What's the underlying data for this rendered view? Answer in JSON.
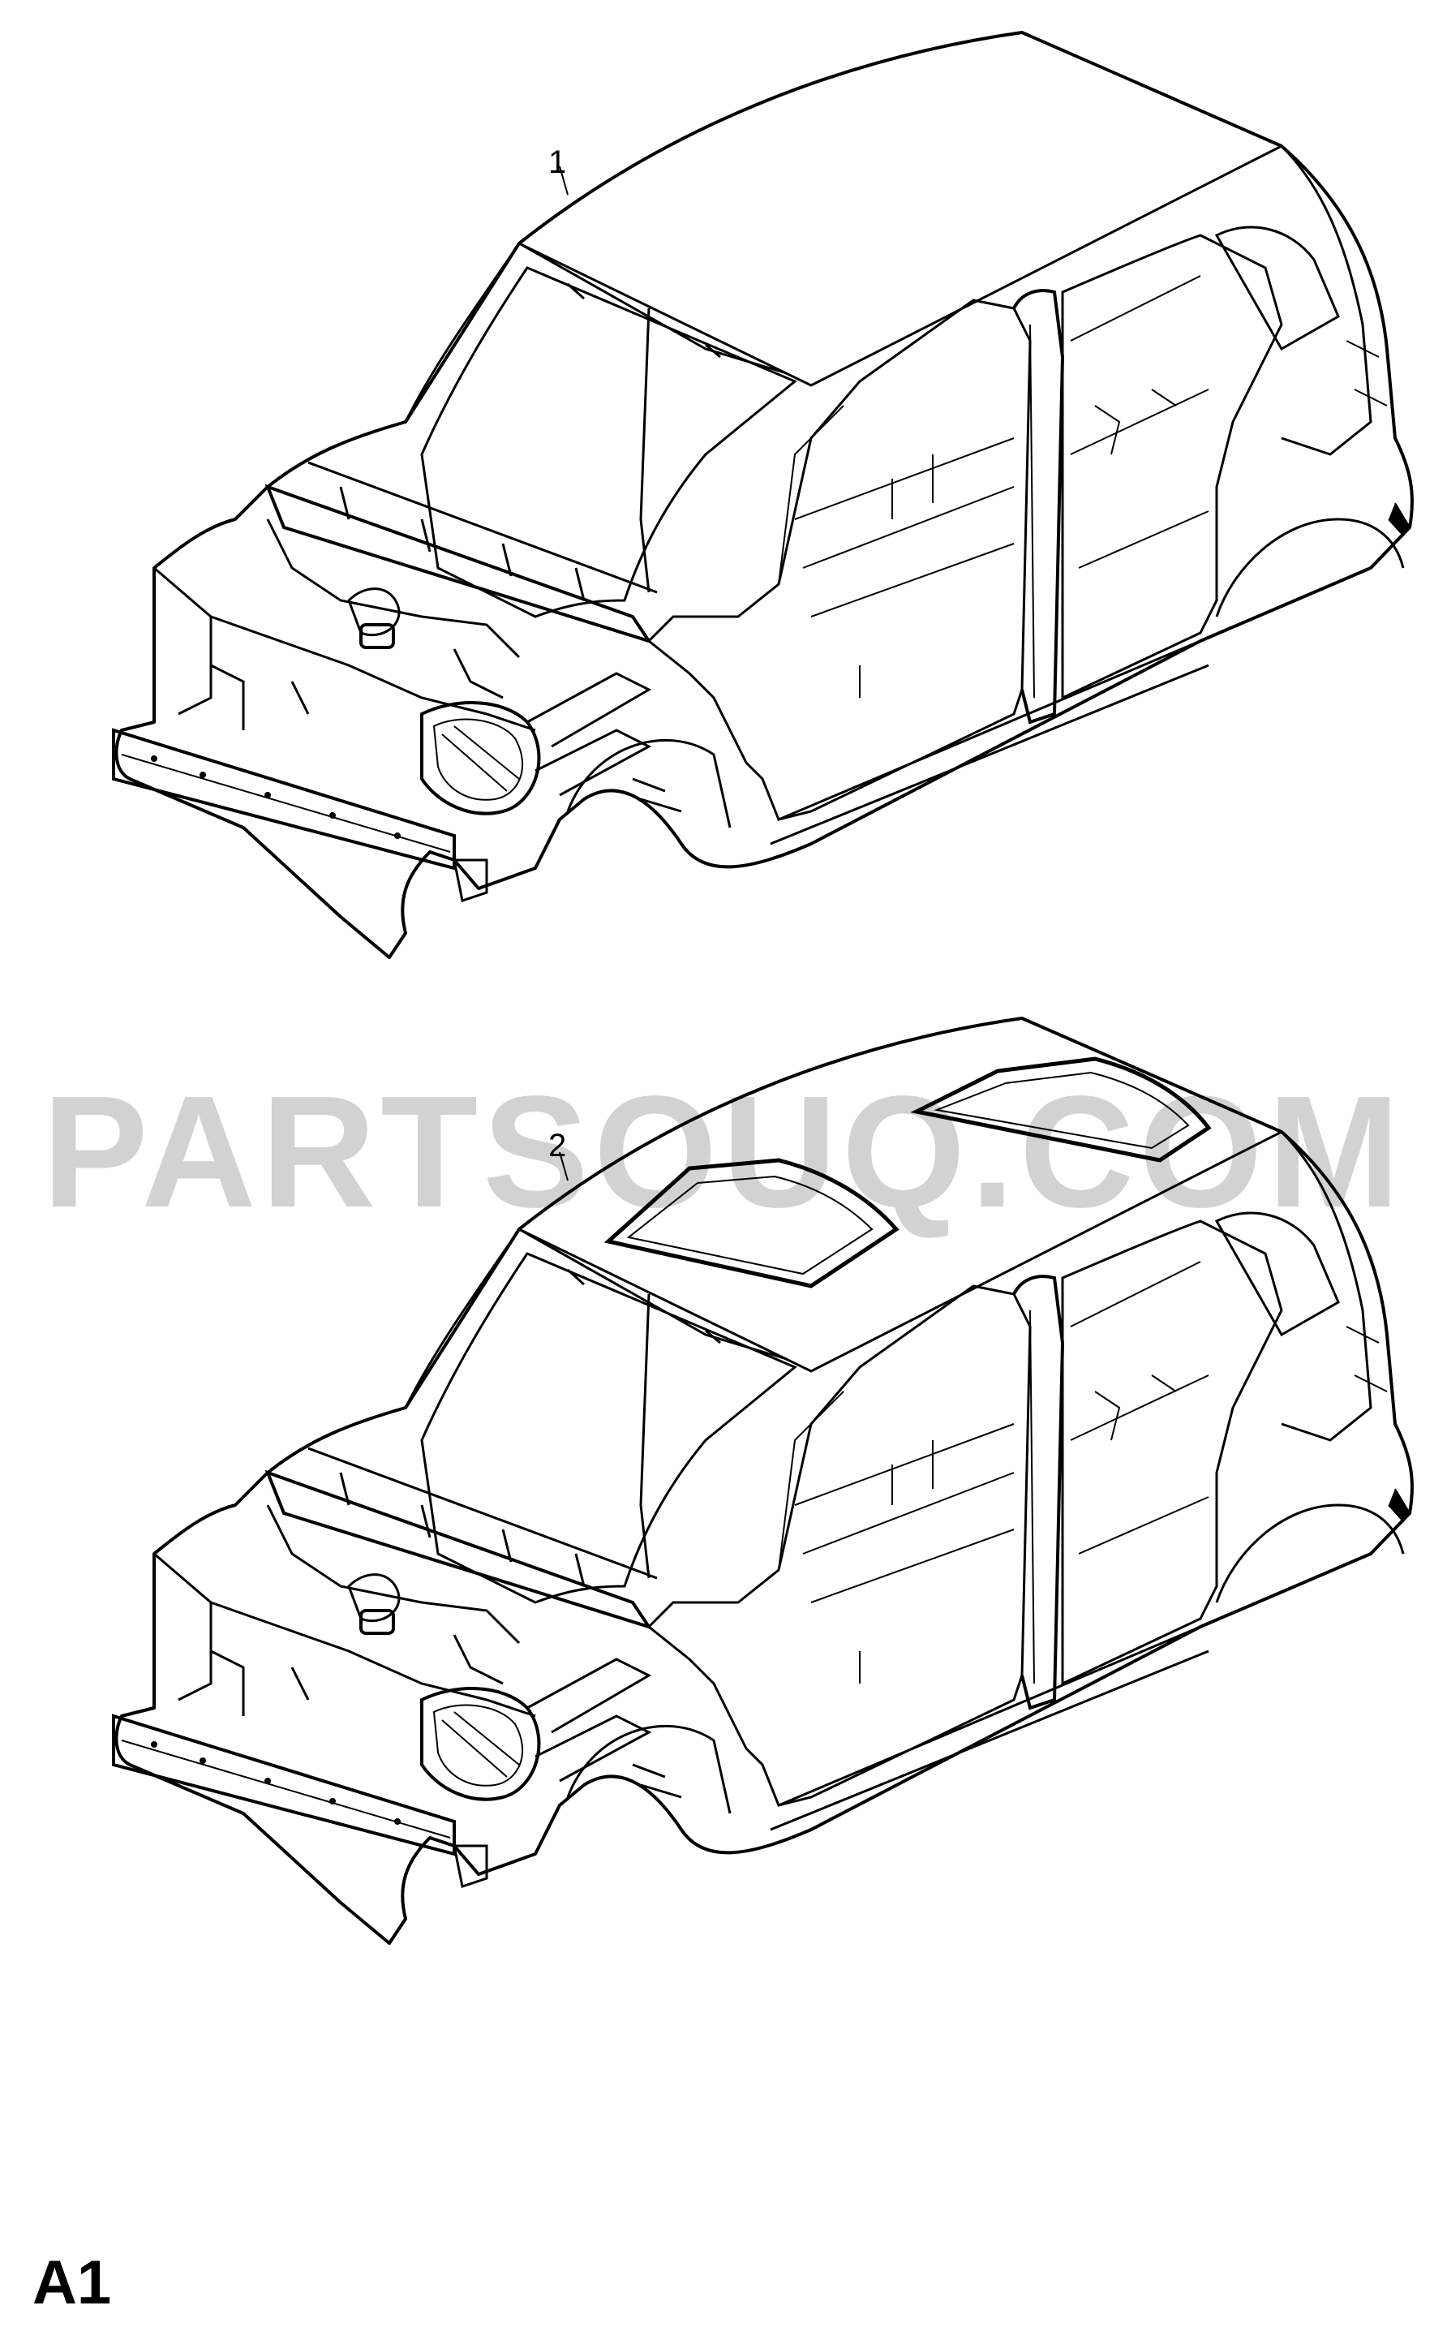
{
  "watermark": "PARTSOUQ.COM",
  "sheet_id": "A1",
  "callouts": [
    {
      "label": "1",
      "part": "body-shell"
    },
    {
      "label": "2",
      "part": "body-shell-sunroof"
    }
  ],
  "icons": [
    "body-shell-drawing",
    "body-shell-sunroof-drawing"
  ],
  "colors": {
    "line": "#000000",
    "watermark": "#d2d2d2",
    "background": "#ffffff"
  }
}
